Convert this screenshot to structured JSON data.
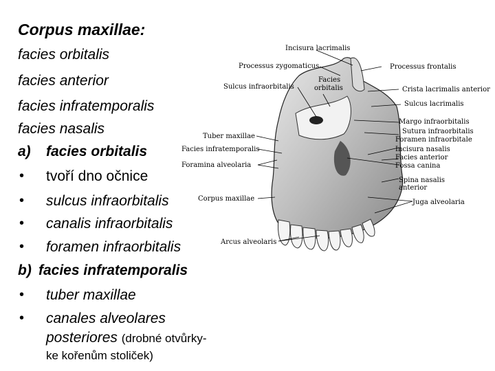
{
  "title": "Corpus maxillae:",
  "faces": [
    "facies orbitalis",
    "facies anterior",
    "facies infratemporalis",
    "facies nasalis"
  ],
  "section_a": {
    "marker": "a)",
    "heading": "facies orbitalis",
    "items": [
      "tvoří dno očnice",
      "sulcus infraorbitalis",
      "canalis infraorbitalis",
      "foramen infraorbitalis"
    ]
  },
  "section_b": {
    "marker": "b)",
    "heading": "facies infratemporalis",
    "items": [
      "tuber maxillae",
      "canales alveolares"
    ],
    "continuation": "posteriores",
    "note_part1": "(drobné otvůrky-",
    "note_part2": "ke kořenům stoliček)"
  },
  "bullet": "•",
  "figure": {
    "labels": {
      "incisura_lacrimalis": "Incisura lacrimalis",
      "processus_zygomaticus": "Processus zygomaticus",
      "processus_frontalis": "Processus frontalis",
      "facies_orbitalis_1": "Facies",
      "facies_orbitalis_2": "orbitalis",
      "sulcus_infraorbitalis": "Sulcus infraorbitalis",
      "crista_lacrimalis": "Crista lacrimalis anterior",
      "sulcus_lacrimalis": "Sulcus lacrimalis",
      "tuber_maxillae": "Tuber maxillae",
      "margo_infraorbitalis": "Margo infraorbitalis",
      "sutura_infraorbitalis": "Sutura infraorbitalis",
      "foramen_infraorbitale": "Foramen infraorbitale",
      "facies_infratemporalis": "Facies infratemporalis",
      "incisura_nasalis": "Incisura nasalis",
      "facies_anterior": "Facies anterior",
      "foramina_alveolaria": "Foramina alveolaria",
      "fossa_canina": "Fossa canina",
      "spina_nasalis_1": "Spina nasalis",
      "spina_nasalis_2": "anterior",
      "corpus_maxillae": "Corpus maxillae",
      "juga_alveolaria": "Juga alveolaria",
      "arcus_alveolaris": "Arcus alveolaris"
    }
  }
}
